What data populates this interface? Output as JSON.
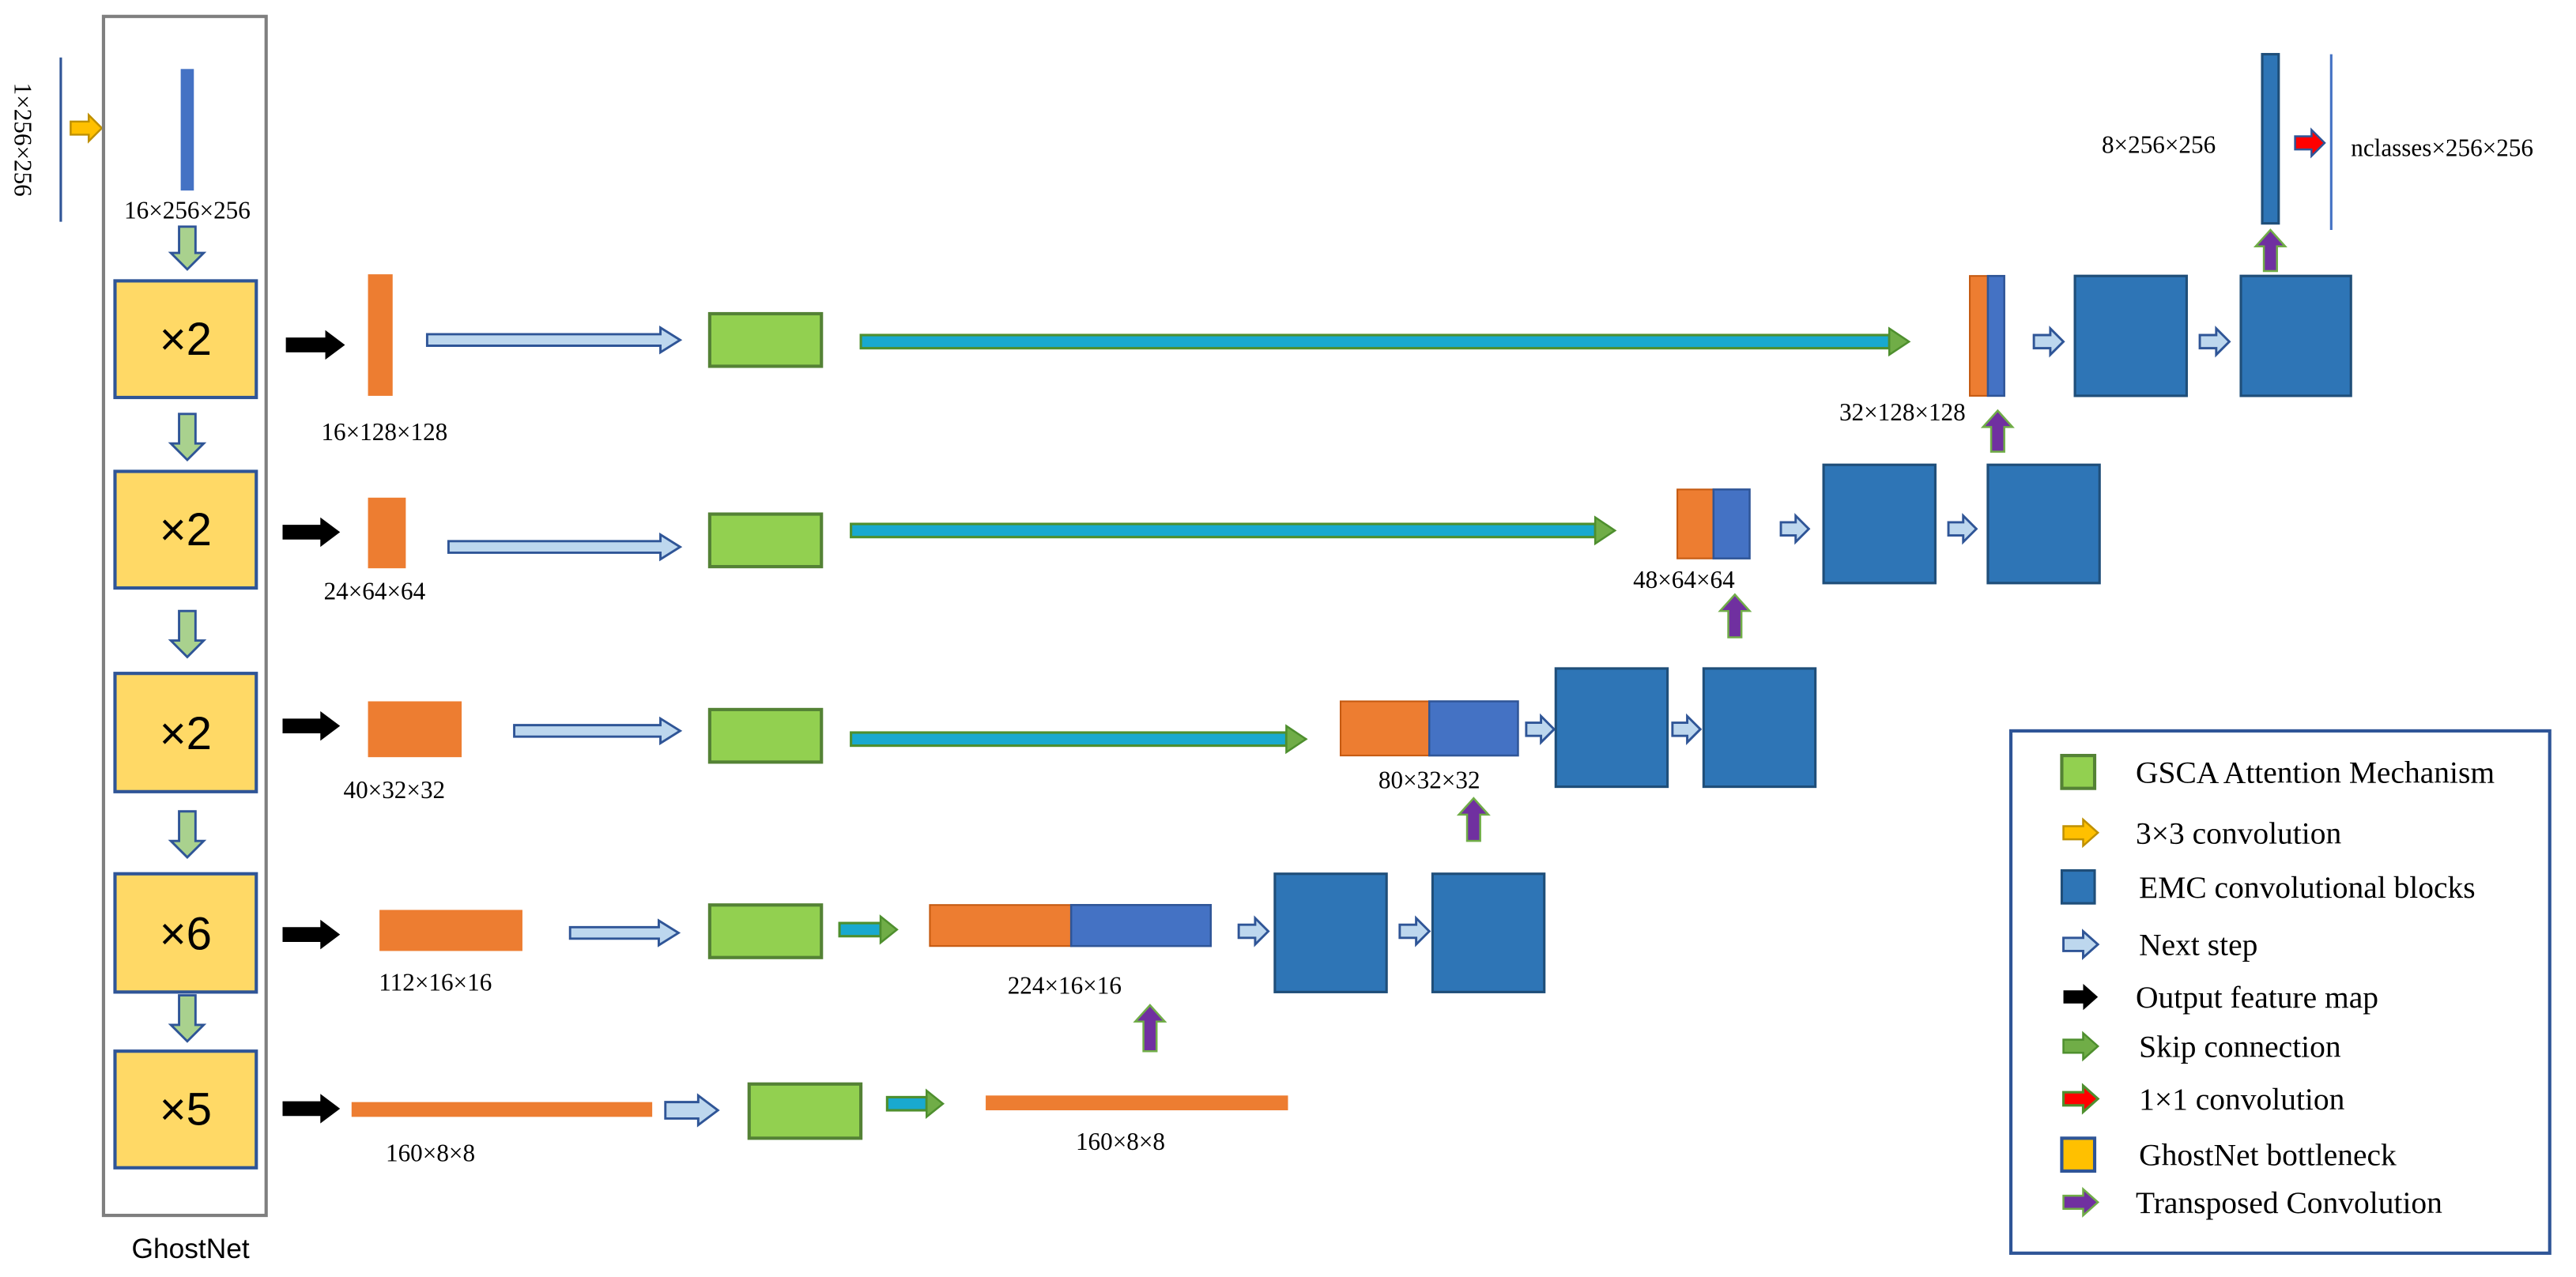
{
  "input": {
    "label": "1×256×256"
  },
  "encoder": {
    "title": "GhostNet",
    "stem_label": "16×256×256",
    "blocks": [
      {
        "repeat": "×2",
        "output_label": "16×128×128"
      },
      {
        "repeat": "×2",
        "output_label": "24×64×64"
      },
      {
        "repeat": "×2",
        "output_label": "40×32×32"
      },
      {
        "repeat": "×6",
        "output_label": "112×16×16"
      },
      {
        "repeat": "×5",
        "output_label": "160×8×8"
      }
    ]
  },
  "decoder": {
    "bottom_label": "160×8×8",
    "concat_labels": [
      "224×16×16",
      "80×32×32",
      "48×64×64",
      "32×128×128"
    ],
    "final_feature_label": "8×256×256",
    "output_label": "nclasses×256×256"
  },
  "legend": {
    "items": [
      {
        "icon": "green-square-icon",
        "label": "GSCA Attention Mechanism"
      },
      {
        "icon": "yellow-arrow-icon",
        "label": "3×3 convolution"
      },
      {
        "icon": "blue-square-icon",
        "label": "EMC convolutional blocks"
      },
      {
        "icon": "light-blue-arrow-icon",
        "label": "Next step"
      },
      {
        "icon": "black-arrow-icon",
        "label": "Output feature map"
      },
      {
        "icon": "green-arrow-icon",
        "label": "Skip connection"
      },
      {
        "icon": "red-arrow-icon",
        "label": "1×1 convolution"
      },
      {
        "icon": "yellow-square-icon",
        "label": "GhostNet bottleneck"
      },
      {
        "icon": "purple-arrow-icon",
        "label": "Transposed Convolution"
      }
    ]
  },
  "colors": {
    "ghostnet_bottleneck": "#FFD966",
    "legend_bottleneck": "#FFC000",
    "feature_map_orange": "#ED7D31",
    "feature_map_blue": "#4472C4",
    "emc_block": "#2E75B6",
    "gsca": "#92D050",
    "next_step": "#BDD7EE",
    "output_arrow": "#000000",
    "skip_connection": "#19A9CF",
    "skip_head": "#70AD47",
    "conv3x3": "#FFC000",
    "conv1x1": "#FF0000",
    "transposed_conv": "#7030A0",
    "down_arrow": "#A9D18E"
  }
}
